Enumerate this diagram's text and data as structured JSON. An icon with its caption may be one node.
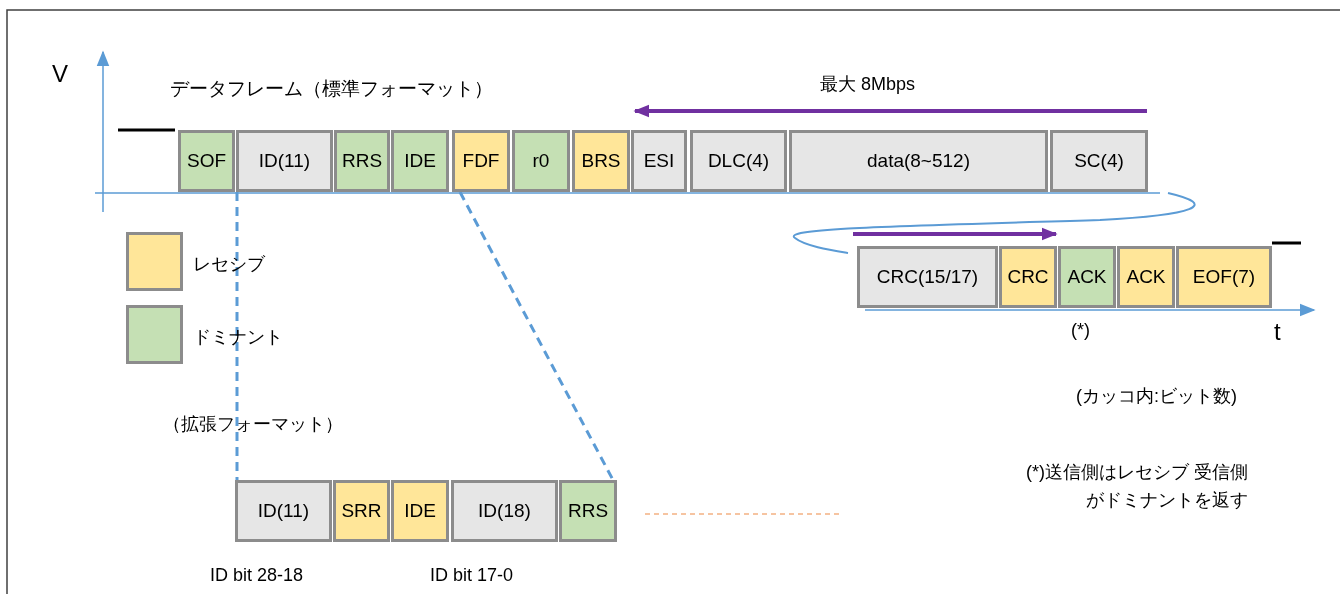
{
  "diagram": {
    "title": "データフレーム（標準フォーマット）",
    "nodes": [
      {
        "text": [
          "SOF"
        ]
      },
      {
        "text": [
          "ID(11)"
        ]
      },
      {
        "text": [
          "RRS"
        ]
      },
      {
        "text": [
          "IDE"
        ]
      },
      {
        "text": [
          "FDF"
        ]
      },
      {
        "text": [
          "r0"
        ]
      },
      {
        "text": [
          "BRS"
        ]
      },
      {
        "text": [
          "ESI"
        ]
      },
      {
        "text": [
          "DLC(4)"
        ]
      },
      {
        "text": [
          "data(8~512)"
        ]
      },
      {
        "text": [
          "SC(4)"
        ]
      },
      {
        "text": [
          "CRC(15/17)"
        ]
      },
      {
        "text": [
          "CRC"
        ]
      },
      {
        "text": [
          "ACK"
        ]
      },
      {
        "text": [
          "ACK"
        ]
      },
      {
        "text": [
          "EOF(7)"
        ]
      },
      {
        "text": [
          "ID(11)"
        ]
      },
      {
        "text": [
          "SRR"
        ]
      },
      {
        "text": [
          "IDE"
        ]
      },
      {
        "text": [
          "ID(18)"
        ]
      },
      {
        "text": [
          "RRS"
        ]
      }
    ],
    "edges": [
      {
        "from": 1,
        "to": 16,
        "arrow": "none",
        "style": "dashed"
      },
      {
        "from": 4,
        "to": 20,
        "arrow": "none",
        "style": "dashed"
      }
    ],
    "labels": [
      "V",
      "最大 8Mbps",
      "(*)",
      "t",
      "(カッコ内:ビット数)",
      "（拡張フォーマット）",
      "(*)送信側はレセシブ 受信側がドミナントを返す",
      "ID bit 28-18",
      "ID bit 17-0"
    ],
    "legend": [
      {
        "text": "レセシブ",
        "color": "#ffe699"
      },
      {
        "text": "ドミナント",
        "color": "#c5e0b4"
      }
    ]
  }
}
